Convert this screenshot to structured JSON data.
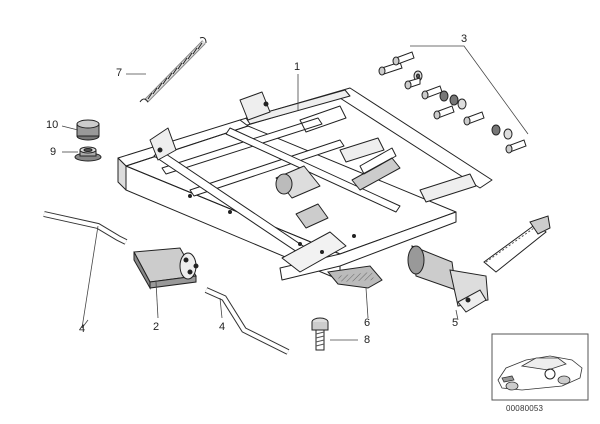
{
  "callouts": {
    "c1": "1",
    "c2": "2",
    "c3": "3",
    "c4a": "4",
    "c4b": "4",
    "c5": "5",
    "c6": "6",
    "c7": "7",
    "c8": "8",
    "c9": "9",
    "c10": "10"
  },
  "reference_number": "00080053",
  "colors": {
    "line": "#222222",
    "fill": "#ffffff",
    "shade": "#bfbfbf",
    "dark": "#555555"
  }
}
